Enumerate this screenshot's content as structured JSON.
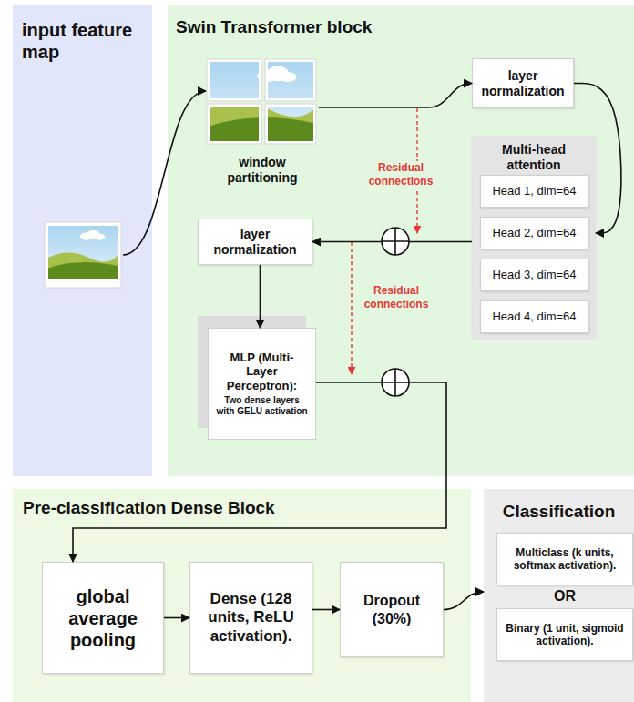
{
  "diagram": {
    "nodes": [
      {
        "text": [
          "input feature map"
        ]
      },
      {
        "text": [
          "Swin Transformer block"
        ]
      },
      {
        "text": [
          "window partitioning"
        ],
        "in": 1
      },
      {
        "text": [
          "layer normalization"
        ],
        "in": 1
      },
      {
        "text": [
          "Multi-head attention"
        ],
        "in": 1
      },
      {
        "text": [
          "Head 1, dim=64"
        ],
        "in": 4
      },
      {
        "text": [
          "Head 2, dim=64"
        ],
        "in": 4
      },
      {
        "text": [
          "Head 3, dim=64"
        ],
        "in": 4
      },
      {
        "text": [
          "Head 4, dim=64"
        ],
        "in": 4
      },
      {
        "text": [
          "layer normalization"
        ],
        "in": 1
      },
      {
        "text": [
          "MLP (Multi-Layer Perceptron):",
          "Two dense layers with GELU activation"
        ],
        "in": 1
      },
      {
        "text": [
          "Pre-classification Dense Block"
        ]
      },
      {
        "text": [
          "global average pooling"
        ],
        "in": 11
      },
      {
        "text": [
          "Dense (128 units, ReLU activation)."
        ],
        "in": 11
      },
      {
        "text": [
          "Dropout (30%)"
        ],
        "in": 11
      },
      {
        "text": [
          "Classification"
        ]
      },
      {
        "text": [
          "Multiclass (k units, softmax activation)."
        ],
        "in": 15
      },
      {
        "text": [
          "Binary (1 unit, sigmoid activation)."
        ],
        "in": 15
      }
    ],
    "edges": [
      {
        "from": 0,
        "to": 2,
        "arrow": "to"
      },
      {
        "from": 2,
        "to": 3,
        "arrow": "to"
      },
      {
        "from": 3,
        "to": 4,
        "arrow": "to"
      },
      {
        "from": 4,
        "to": 9,
        "arrow": "to"
      },
      {
        "from": 9,
        "to": 10,
        "arrow": "to"
      },
      {
        "from": 10,
        "to": 12,
        "arrow": "to"
      },
      {
        "from": 12,
        "to": 13,
        "arrow": "to"
      },
      {
        "from": 13,
        "to": 14,
        "arrow": "to"
      },
      {
        "from": 14,
        "to": 15,
        "arrow": "to"
      }
    ],
    "labels": [
      "Residual connections",
      "Residual connections",
      "OR"
    ]
  }
}
